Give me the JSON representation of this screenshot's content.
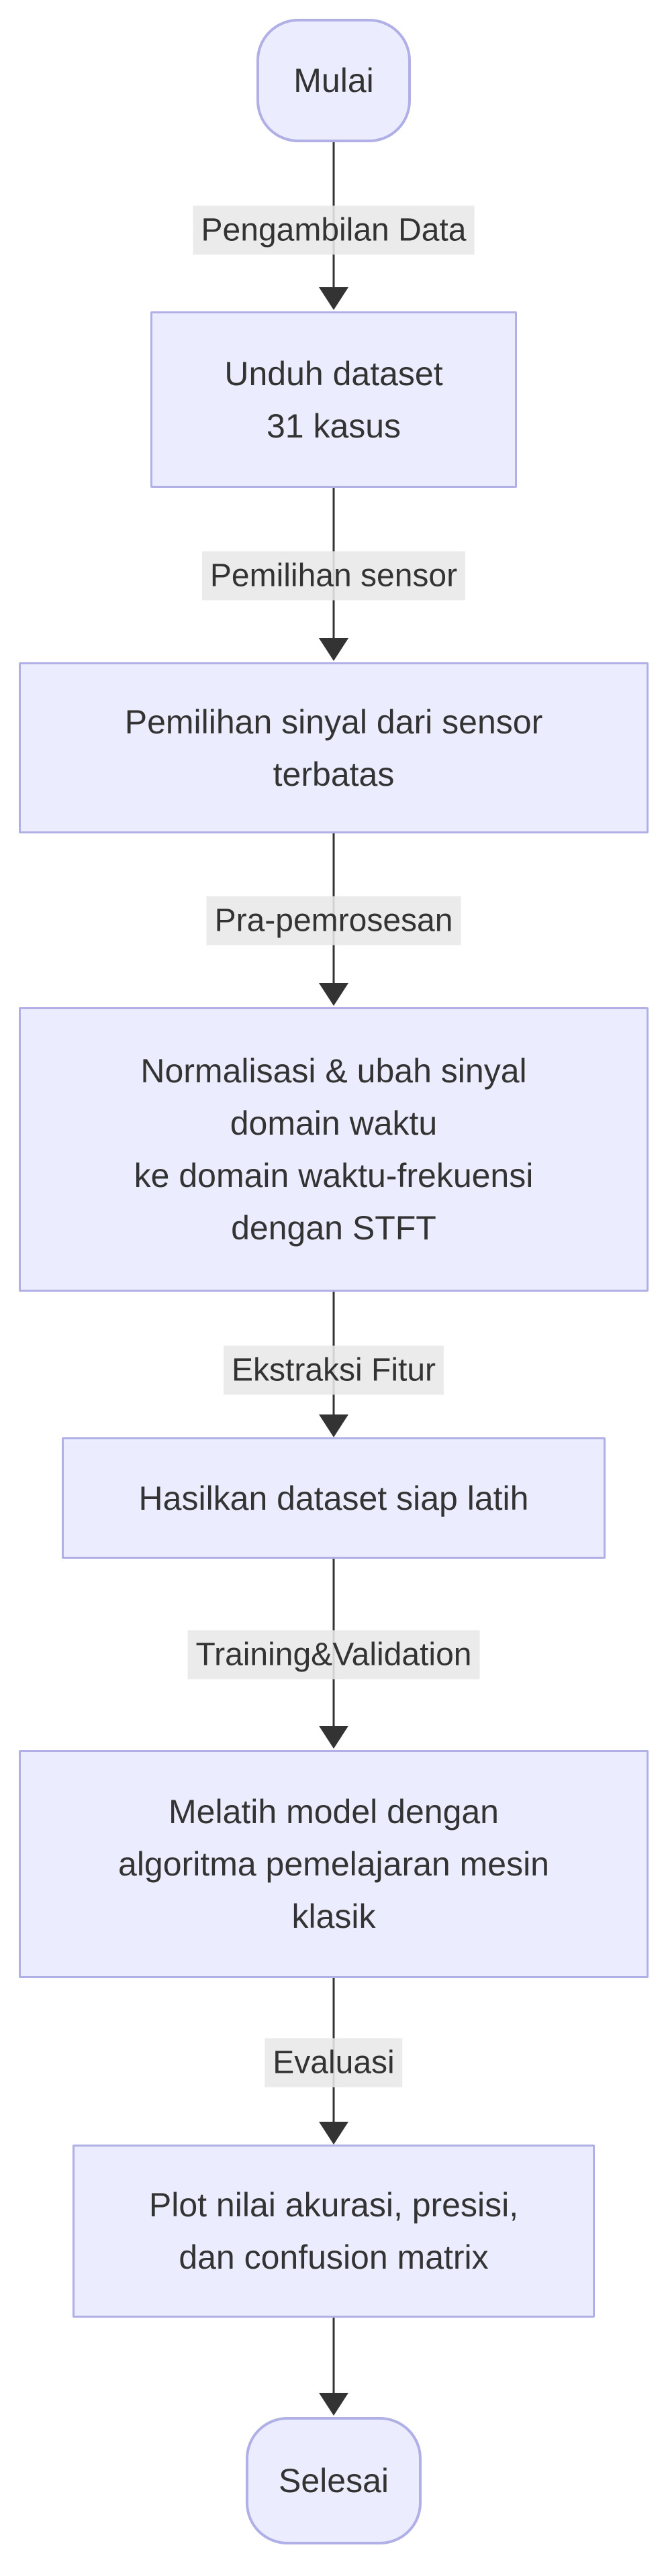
{
  "diagram": {
    "type": "flowchart",
    "direction": "top-down",
    "colors": {
      "background": "#ffffff",
      "node_fill": "#ececff",
      "node_border": "#b0b0e6",
      "text": "#333333",
      "arrow": "#333333",
      "edge_label_bg": "#e8e8e8"
    },
    "nodes": [
      {
        "id": "start",
        "shape": "stadium",
        "label": "Mulai"
      },
      {
        "id": "download-dataset",
        "shape": "rect",
        "label": [
          "Unduh dataset",
          "31 kasus"
        ]
      },
      {
        "id": "signal-selection",
        "shape": "rect",
        "label": [
          "Pemilihan sinyal dari sensor",
          "terbatas"
        ]
      },
      {
        "id": "preprocessing",
        "shape": "rect",
        "label": [
          "Normalisasi & ubah sinyal",
          "domain waktu",
          "ke domain waktu-frekuensi",
          "dengan STFT"
        ]
      },
      {
        "id": "dataset-ready",
        "shape": "rect",
        "label": "Hasilkan dataset siap latih"
      },
      {
        "id": "train-model",
        "shape": "rect",
        "label": [
          "Melatih model dengan",
          "algoritma pemelajaran mesin",
          "klasik"
        ]
      },
      {
        "id": "plot-results",
        "shape": "rect",
        "label": [
          "Plot nilai akurasi, presisi,",
          "dan confusion matrix"
        ]
      },
      {
        "id": "end",
        "shape": "stadium",
        "label": "Selesai"
      }
    ],
    "edges": [
      {
        "from": "start",
        "to": "download-dataset",
        "label": "Pengambilan Data"
      },
      {
        "from": "download-dataset",
        "to": "signal-selection",
        "label": "Pemilihan sensor"
      },
      {
        "from": "signal-selection",
        "to": "preprocessing",
        "label": "Pra-pemrosesan"
      },
      {
        "from": "preprocessing",
        "to": "dataset-ready",
        "label": "Ekstraksi Fitur"
      },
      {
        "from": "dataset-ready",
        "to": "train-model",
        "label": "Training&Validation"
      },
      {
        "from": "train-model",
        "to": "plot-results",
        "label": "Evaluasi"
      },
      {
        "from": "plot-results",
        "to": "end"
      }
    ]
  }
}
